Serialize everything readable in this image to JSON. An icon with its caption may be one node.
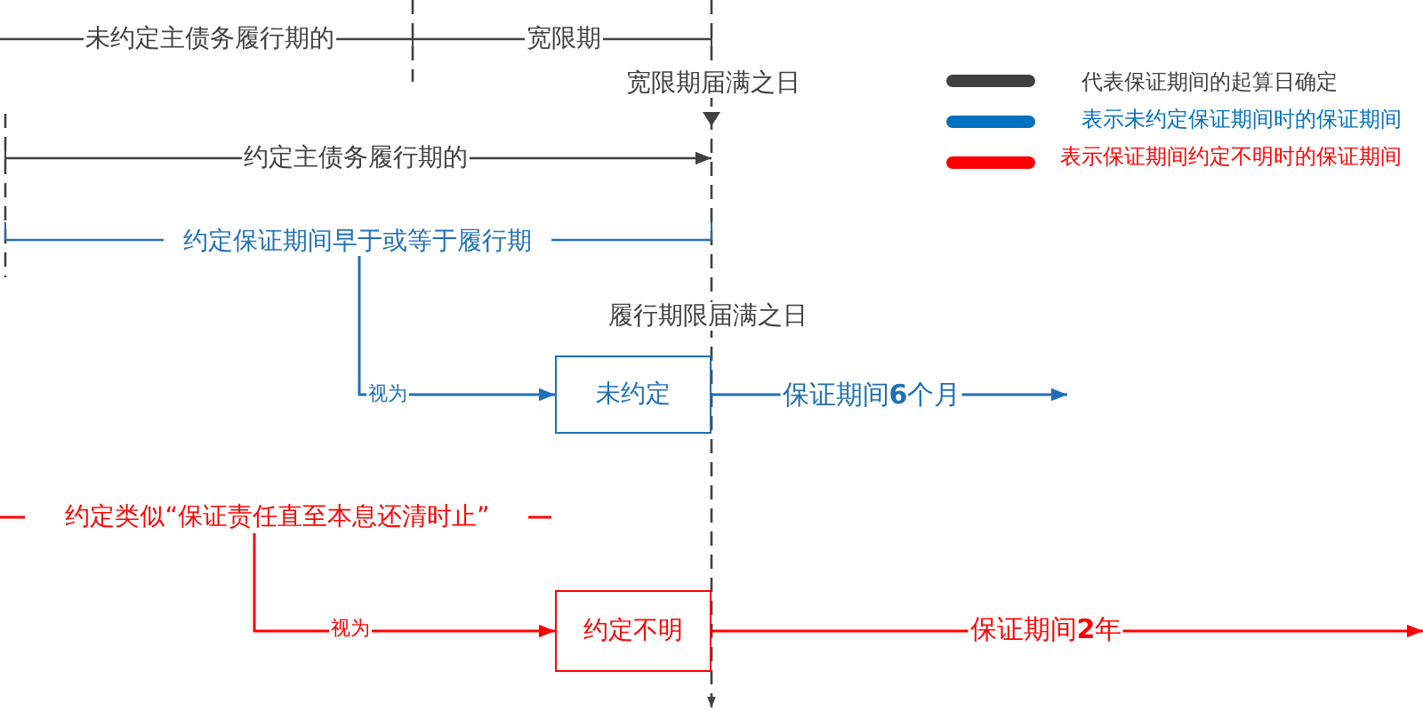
{
  "diagram": {
    "nodes": [
      {
        "text": [
          "约定保证期间早于或等于履行期"
        ]
      },
      {
        "text": [
          "未约定"
        ]
      },
      {
        "text": [
          "约定类似“保证责任直至本息还清时止”"
        ]
      },
      {
        "text": [
          "约定不明"
        ]
      }
    ],
    "edges": [
      {
        "from": 0,
        "to": 1,
        "arrow": "to",
        "label": "视为",
        "color": "#1f6fb8"
      },
      {
        "from": 1,
        "to": null,
        "arrow": "to",
        "label": "保证期间**6**个月",
        "color": "#1f6fb8"
      },
      {
        "from": 2,
        "to": 3,
        "arrow": "to",
        "label": "视为",
        "color": "#ff0000"
      },
      {
        "from": 3,
        "to": null,
        "arrow": "to",
        "label": "保证期间**2**年",
        "color": "#ff0000"
      }
    ],
    "labels": [
      "未约定主债务履行期的",
      "宽限期",
      "宽限期届满之日",
      "约定主债务履行期的",
      "履行期限届满之日"
    ],
    "legend": [
      {
        "text": "代表保证期间的起算日确定",
        "color": "#404040"
      },
      {
        "text": "表示未约定保证期间时的保证期间",
        "color": "#0070c0"
      },
      {
        "text": "表示保证期间约定不明时的保证期间",
        "color": "#ff0000"
      }
    ]
  }
}
